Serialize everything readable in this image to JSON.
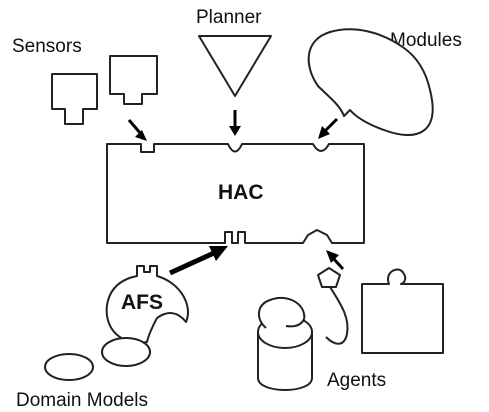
{
  "labels": {
    "sensors": "Sensors",
    "planner": "Planner",
    "modules": "Modules",
    "hac": "HAC",
    "afs": "AFS",
    "domain_models": "Domain Models",
    "agents": "Agents"
  },
  "colors": {
    "stroke": "#222222",
    "fill": "#ffffff",
    "arrow": "#000000"
  }
}
